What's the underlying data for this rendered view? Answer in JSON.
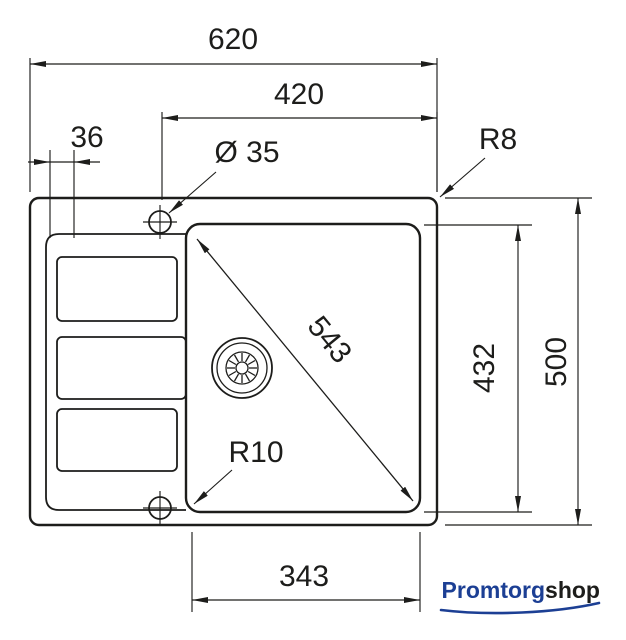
{
  "canvas": {
    "background": "#ffffff",
    "line_color": "#1d1d1b"
  },
  "labels": {
    "overall_width": "620",
    "bowl_width": "420",
    "edge_offset": "36",
    "tap_hole_diameter": "Ø 35",
    "outer_corner_radius": "R8",
    "bowl_diagonal": "543",
    "bowl_corner_radius": "R10",
    "bowl_length": "432",
    "overall_depth": "500",
    "bowl_bottom_width": "343"
  },
  "branding": {
    "name_primary": "Promtorg",
    "name_secondary": "shop",
    "primary_color": "#1c3f94",
    "secondary_color": "#1d1d1b"
  }
}
